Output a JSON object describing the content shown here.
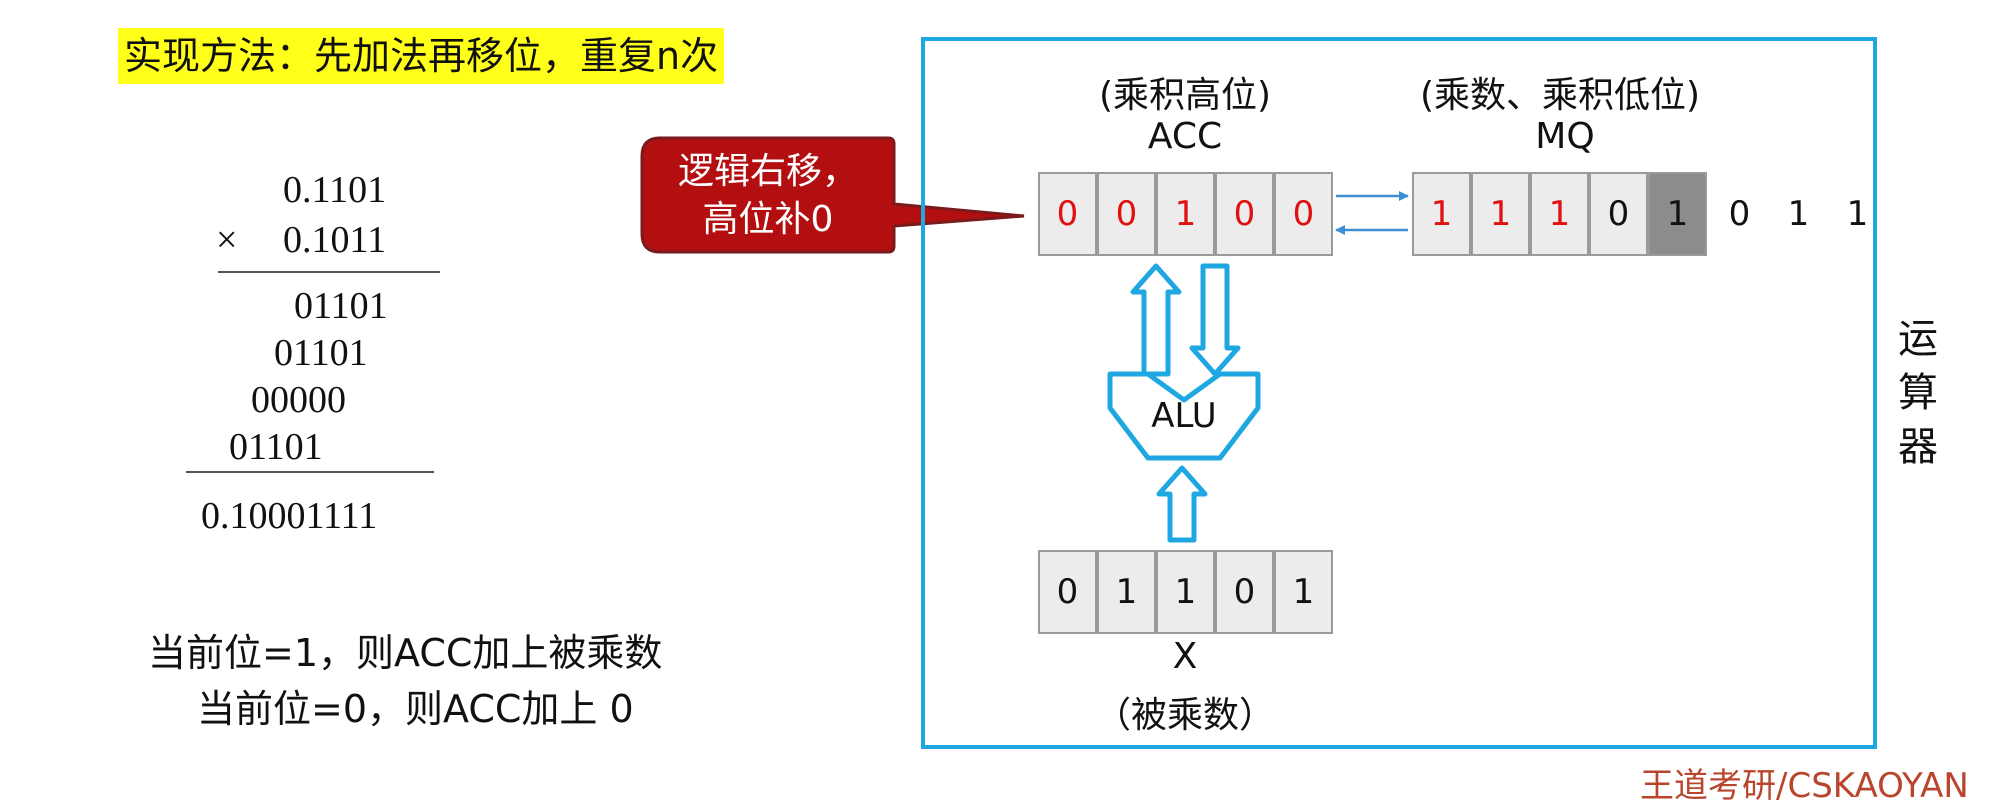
{
  "header_text": "实现方法：先加法再移位，重复n次",
  "calc": {
    "multiplicand": "0.1101",
    "times_sign": "×",
    "multiplier": "0.1011",
    "partials": [
      "01101",
      "01101",
      "00000",
      "01101"
    ],
    "result": "0.10001111"
  },
  "rules": [
    "当前位=1，则ACC加上被乘数",
    "当前位=0，则ACC加上 0"
  ],
  "callout_text": "逻辑右移，\n高位补0",
  "acc": {
    "caption": "(乘积高位)",
    "name": "ACC",
    "bits": [
      "0",
      "0",
      "1",
      "0",
      "0"
    ]
  },
  "mq": {
    "caption": "(乘数、乘积低位)",
    "name": "MQ",
    "bits": [
      "1",
      "1",
      "1",
      "0",
      "1"
    ],
    "overflow_bits": [
      "0",
      "1",
      "1"
    ]
  },
  "alu_label": "ALU",
  "x": {
    "name": "X",
    "caption": "（被乘数）",
    "bits": [
      "0",
      "1",
      "1",
      "0",
      "1"
    ]
  },
  "side_label": [
    "运",
    "算",
    "器"
  ],
  "watermark": "王道考研/CSKAOYAN",
  "colors": {
    "accent": "#1ea7e1",
    "highlight": "#ffff1a",
    "callout": "#b30f10",
    "red_bit": "#e01010"
  }
}
